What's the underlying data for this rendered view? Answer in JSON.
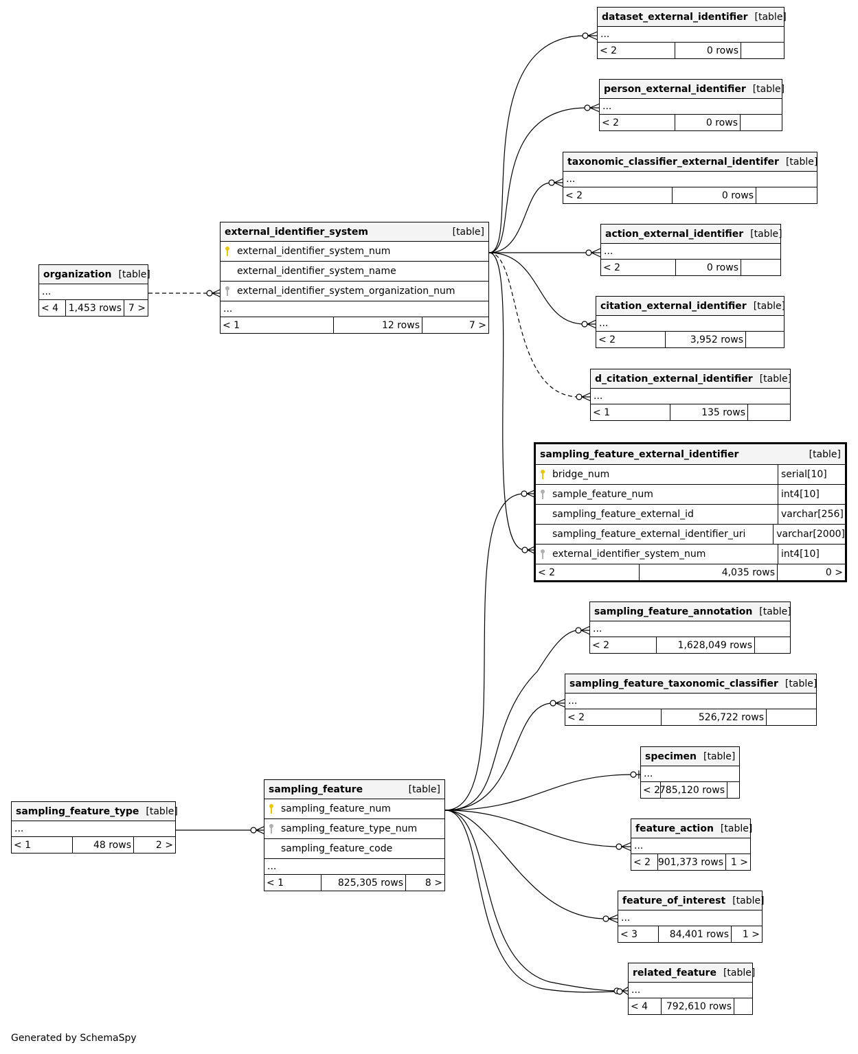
{
  "footer": "Generated by SchemaSpy",
  "tables": {
    "dataset_external_identifier": {
      "name": "dataset_external_identifier",
      "kind": "[table]",
      "dots": "...",
      "foot": [
        "< 2",
        "0 rows",
        ""
      ]
    },
    "person_external_identifier": {
      "name": "person_external_identifier",
      "kind": "[table]",
      "dots": "...",
      "foot": [
        "< 2",
        "0 rows",
        ""
      ]
    },
    "taxonomic_classifier_external_identifer": {
      "name": "taxonomic_classifier_external_identifer",
      "kind": "[table]",
      "dots": "...",
      "foot": [
        "< 2",
        "0 rows",
        ""
      ]
    },
    "action_external_identifier": {
      "name": "action_external_identifier",
      "kind": "[table]",
      "dots": "...",
      "foot": [
        "< 2",
        "0 rows",
        ""
      ]
    },
    "citation_external_identifier": {
      "name": "citation_external_identifier",
      "kind": "[table]",
      "dots": "...",
      "foot": [
        "< 2",
        "3,952 rows",
        ""
      ]
    },
    "d_citation_external_identifier": {
      "name": "d_citation_external_identifier",
      "kind": "[table]",
      "dots": "...",
      "foot": [
        "< 1",
        "135 rows",
        ""
      ]
    },
    "organization": {
      "name": "organization",
      "kind": "[table]",
      "dots": "...",
      "foot": [
        "< 4",
        "1,453 rows",
        "7 >"
      ]
    },
    "external_identifier_system": {
      "name": "external_identifier_system",
      "kind": "[table]",
      "dots": "...",
      "columns": [
        {
          "name": "external_identifier_system_num",
          "key": "pk"
        },
        {
          "name": "external_identifier_system_name",
          "key": ""
        },
        {
          "name": "external_identifier_system_organization_num",
          "key": "fk"
        }
      ],
      "foot": [
        "< 1",
        "12 rows",
        "7 >"
      ]
    },
    "sampling_feature_external_identifier": {
      "name": "sampling_feature_external_identifier",
      "kind": "[table]",
      "columns": [
        {
          "name": "bridge_num",
          "key": "pk",
          "type": "serial[10]"
        },
        {
          "name": "sample_feature_num",
          "key": "fk",
          "type": "int4[10]"
        },
        {
          "name": "sampling_feature_external_id",
          "key": "",
          "type": "varchar[256]"
        },
        {
          "name": "sampling_feature_external_identifier_uri",
          "key": "",
          "type": "varchar[2000]"
        },
        {
          "name": "external_identifier_system_num",
          "key": "fk",
          "type": "int4[10]"
        }
      ],
      "foot": [
        "< 2",
        "4,035 rows",
        "0 >"
      ]
    },
    "sampling_feature_annotation": {
      "name": "sampling_feature_annotation",
      "kind": "[table]",
      "dots": "...",
      "foot": [
        "< 2",
        "1,628,049 rows",
        ""
      ]
    },
    "sampling_feature_taxonomic_classifier": {
      "name": "sampling_feature_taxonomic_classifier",
      "kind": "[table]",
      "dots": "...",
      "foot": [
        "< 2",
        "526,722 rows",
        ""
      ]
    },
    "specimen": {
      "name": "specimen",
      "kind": "[table]",
      "dots": "...",
      "foot": [
        "< 2",
        "785,120 rows",
        ""
      ]
    },
    "feature_action": {
      "name": "feature_action",
      "kind": "[table]",
      "dots": "...",
      "foot": [
        "< 2",
        "901,373 rows",
        "1 >"
      ]
    },
    "feature_of_interest": {
      "name": "feature_of_interest",
      "kind": "[table]",
      "dots": "...",
      "foot": [
        "< 3",
        "84,401 rows",
        "1 >"
      ]
    },
    "related_feature": {
      "name": "related_feature",
      "kind": "[table]",
      "dots": "...",
      "foot": [
        "< 4",
        "792,610 rows",
        ""
      ]
    },
    "sampling_feature_type": {
      "name": "sampling_feature_type",
      "kind": "[table]",
      "dots": "...",
      "foot": [
        "< 1",
        "48 rows",
        "2 >"
      ]
    },
    "sampling_feature": {
      "name": "sampling_feature",
      "kind": "[table]",
      "dots": "...",
      "columns": [
        {
          "name": "sampling_feature_num",
          "key": "pk"
        },
        {
          "name": "sampling_feature_type_num",
          "key": "fk"
        },
        {
          "name": "sampling_feature_code",
          "key": ""
        }
      ],
      "foot": [
        "< 1",
        "825,305 rows",
        "8 >"
      ]
    }
  }
}
